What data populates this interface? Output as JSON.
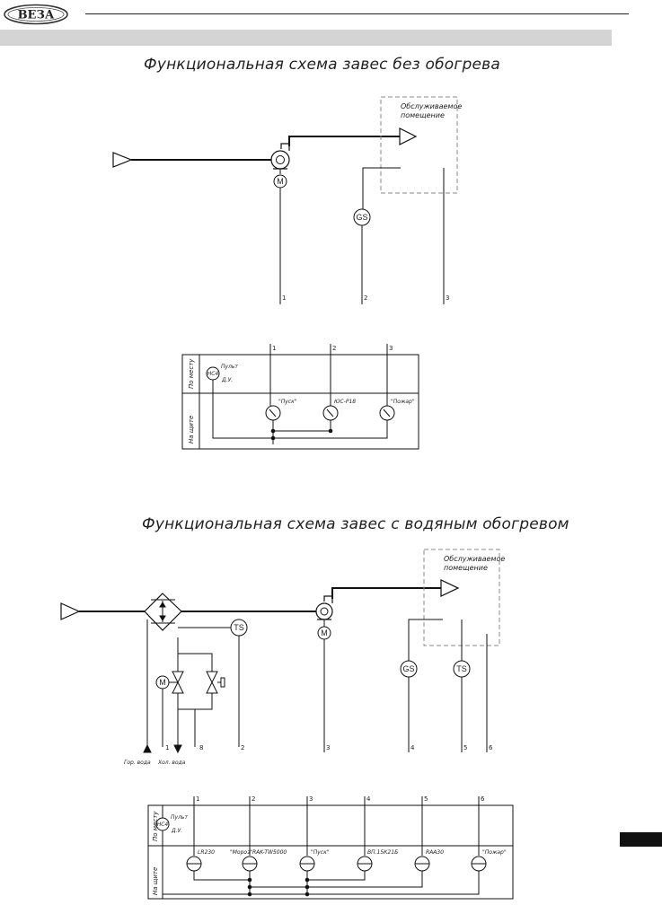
{
  "header": {
    "logo_text": "ВЕЗА"
  },
  "diagram1": {
    "title": "Функциональная схема завес без обогрева",
    "room_label": [
      "Обслуживаемое",
      "помещение"
    ],
    "motor_label": "M",
    "sensor_gs": "GS",
    "line_numbers": [
      "1",
      "2",
      "3"
    ],
    "panel": {
      "row_top": "По месту",
      "row_bottom": "На щите",
      "remote": [
        "Пульт",
        "Д.У."
      ],
      "remote_symbol": "НС4",
      "switch_labels": [
        "\"Пуск\"",
        "ЮС-Р18",
        "\"Пожар\""
      ],
      "switch_numbers": [
        "1",
        "2",
        "3"
      ]
    }
  },
  "diagram2": {
    "title": "Функциональная схема завес с водяным обогревом",
    "room_label": [
      "Обслуживаемое",
      "помещение"
    ],
    "motor_label": "M",
    "sensor_ts": "TS",
    "sensor_gs": "GS",
    "line_numbers": [
      "1",
      "8",
      "2",
      "3",
      "4",
      "5",
      "6"
    ],
    "hot_water": "Гор. вода",
    "cold_water": "Хол. вода",
    "panel": {
      "row_top": "По месту",
      "row_bottom": "На щите",
      "remote": [
        "Пульт",
        "Д.У."
      ],
      "remote_symbol": "НС4",
      "switch_labels": [
        "LR230",
        "\"Мороз\"",
        "RAK-TW5000",
        "\"Пуск\"",
        "ВП.15К21Б",
        "RAA30",
        "\"Пожар\""
      ],
      "switch_numbers": [
        "1",
        "2",
        "3",
        "4",
        "5",
        "6"
      ]
    }
  },
  "colors": {
    "line": "#111111",
    "band": "#d4d4d4",
    "dashed": "#8a8a8a"
  }
}
